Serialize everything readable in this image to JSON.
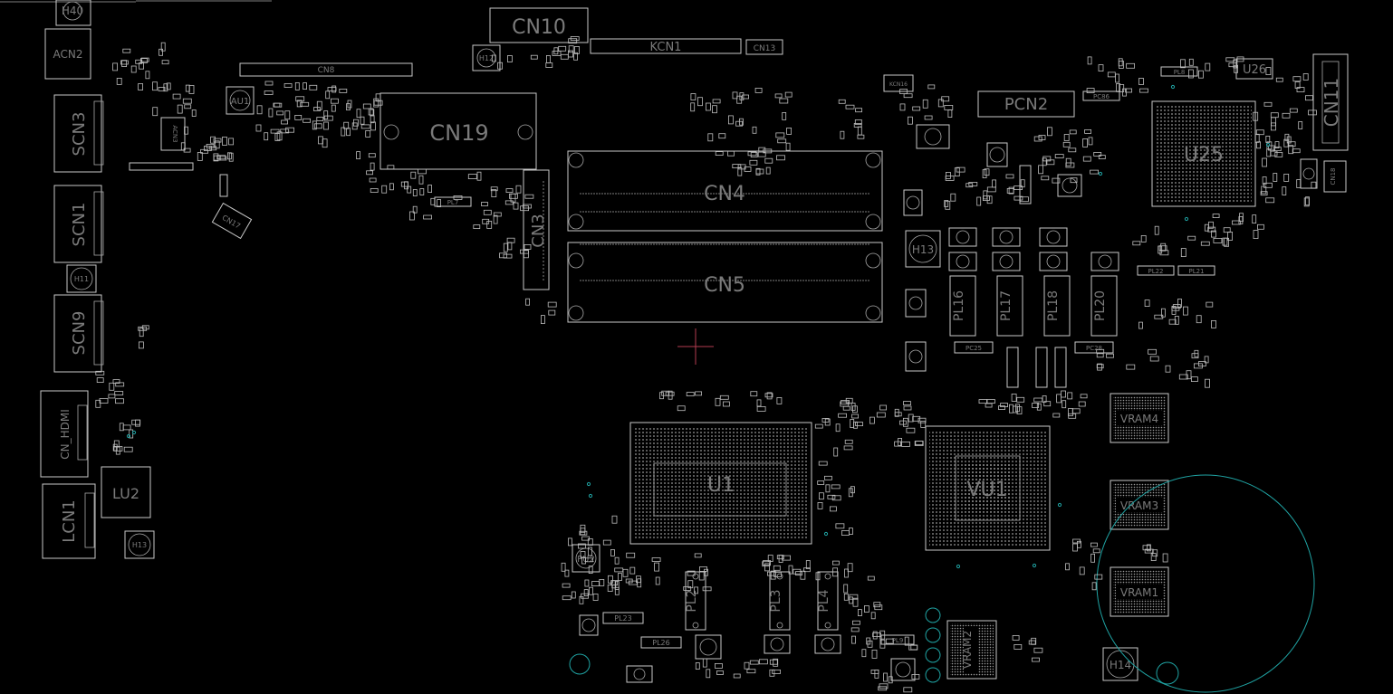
{
  "colors": {
    "background": "#000000",
    "outline": "#c8c8c8",
    "label": "#7a7a7a",
    "accent_cyan": "#1fa3a3",
    "cursor": "#b43c50"
  },
  "labels": {
    "H40": "H40",
    "ACN2": "ACN2",
    "SCN3": "SCN3",
    "SCN1": "SCN1",
    "H11": "H11",
    "SCN9": "SCN9",
    "CN_HDMI": "CN_HDMI",
    "LCN1": "LCN1",
    "LU2": "LU2",
    "H13b": "H13",
    "CN10": "CN10",
    "H12": "H12",
    "KCN1": "KCN1",
    "CN13": "CN13",
    "CN8": "CN8",
    "AU1": "AU1",
    "ACN3": "ACN3",
    "CN19": "CN19",
    "CN17": "CN17",
    "PL7": "PL7",
    "CN3": "CN3",
    "CN4": "CN4",
    "CN5": "CN5",
    "U1": "U1",
    "PU2": "PU2",
    "PL23": "PL23",
    "PL26": "PL26",
    "PL2": "PL2",
    "PL3": "PL3",
    "PL4": "PL4",
    "KCN16": "KCN16",
    "PCN2": "PCN2",
    "PC86": "PC86",
    "PL8": "PL8",
    "U26": "U26",
    "CN11": "CN11",
    "U25": "U25",
    "CN18": "CN18",
    "H13": "H13",
    "PL16": "PL16",
    "PL17": "PL17",
    "PL18": "PL18",
    "PL20": "PL20",
    "PL22": "PL22",
    "PL21": "PL21",
    "PC25": "PC25",
    "PC28": "PC28",
    "VU1": "VU1",
    "VRAM4": "VRAM4",
    "VRAM3": "VRAM3",
    "VRAM1": "VRAM1",
    "VRAM2": "VRAM2",
    "H14": "H14",
    "PL9": "PL9"
  }
}
